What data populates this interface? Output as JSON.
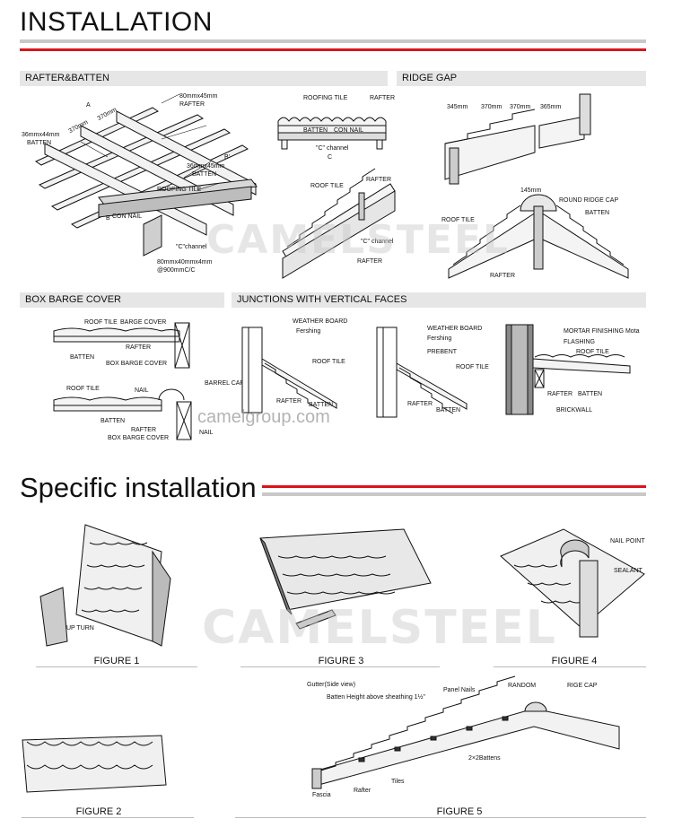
{
  "headings": {
    "installation": "INSTALLATION",
    "specific": "Specific installation"
  },
  "sections": {
    "rafter_batten": "RAFTER&BATTEN",
    "ridge_gap": "RIDGE GAP",
    "box_barge": "BOX BARGE COVER",
    "junctions": "JUNCTIONS WITH VERTICAL FACES"
  },
  "watermark": {
    "brand": "CAMELSTEEL",
    "site": "camelgroup.com"
  },
  "rafter_batten": {
    "l1": "80mmx45mm",
    "l2": "RAFTER",
    "l3": "36mmx44mm",
    "l4": "BATTEN",
    "l5": "370mm",
    "l6": "370mm",
    "l7": "36mmx45mm",
    "l8": "BATTEN",
    "l9": "ROOFING TILE",
    "l10": "B",
    "l11": "CON NAIL",
    "l12": "\"C\"channel",
    "l13": "80mmx40mmx4mm",
    "l14": "@900mmC/C",
    "l15": "A",
    "l16": "B'"
  },
  "channel": {
    "roofing_tile": "ROOFING TILE",
    "rafter": "RAFTER",
    "batten": "BATTEN",
    "con_nail": "CON NAIL",
    "c_channel": "\"C\" channel",
    "c": "C",
    "roof_tile": "ROOF TILE",
    "rafter2": "RAFTER",
    "c_channel2": "\"C\" channel",
    "rafter3": "RAFTER"
  },
  "ridge": {
    "d1": "345mm",
    "d2": "370mm",
    "d3": "370mm",
    "d4": "365mm",
    "d5": "145mm",
    "round_cap": "ROUND RIDGE CAP",
    "batten": "BATTEN",
    "roof_tile": "ROOF TILE",
    "rafter": "RAFTER"
  },
  "barge": {
    "roof_tile": "ROOF TILE",
    "barge_cover": "BARGE COVER",
    "rafter": "RAFTER",
    "batten": "BATTEN",
    "box_barge": "BOX BARGE COVER",
    "roof_tile2": "ROOF TILE",
    "nail": "NAIL",
    "barrel_cap": "BARREL CAP",
    "batten2": "BATTEN",
    "rafter2": "RAFTER",
    "nail2": "NAIL",
    "box_barge2": "BOX BARGE COVER"
  },
  "junction": {
    "weather_board": "WEATHER BOARD",
    "fershing": "Fershing",
    "roof_tile": "ROOF TILE",
    "rafter": "RAFTER",
    "batten": "BATTEN",
    "weather_board2": "WEATHER BOARD",
    "fershing2": "Fershing",
    "prebent": "PREBENT",
    "roof_tile2": "ROOF TILE",
    "rafter2": "RAFTER",
    "batten2": "BATTEN",
    "mortar": "MORTAR FINISHING Mota",
    "flashing": "FLASHING",
    "roof_tile3": "ROOF TILE",
    "rafter3": "RAFTER",
    "batten3": "BATTEN",
    "brickwall": "BRICKWALL"
  },
  "figures": {
    "f1": "FIGURE 1",
    "f2": "FIGURE 2",
    "f3": "FIGURE 3",
    "f4": "FIGURE 4",
    "f5": "FIGURE 5",
    "up_turn": "UP TURN",
    "nail_point": "NAIL POINT",
    "sealant": "SEALANT"
  },
  "figure5": {
    "gutter": "Gutter(Side view)",
    "batten_height": "Batten Height above sheathing 1½\"",
    "panel_nails": "Panel Nails",
    "random": "RANDOM",
    "rige_cap": "RIGE CAP",
    "battens": "2×2Battens",
    "tiles": "Tiles",
    "rafter": "Rafter",
    "fascia": "Fascia"
  }
}
